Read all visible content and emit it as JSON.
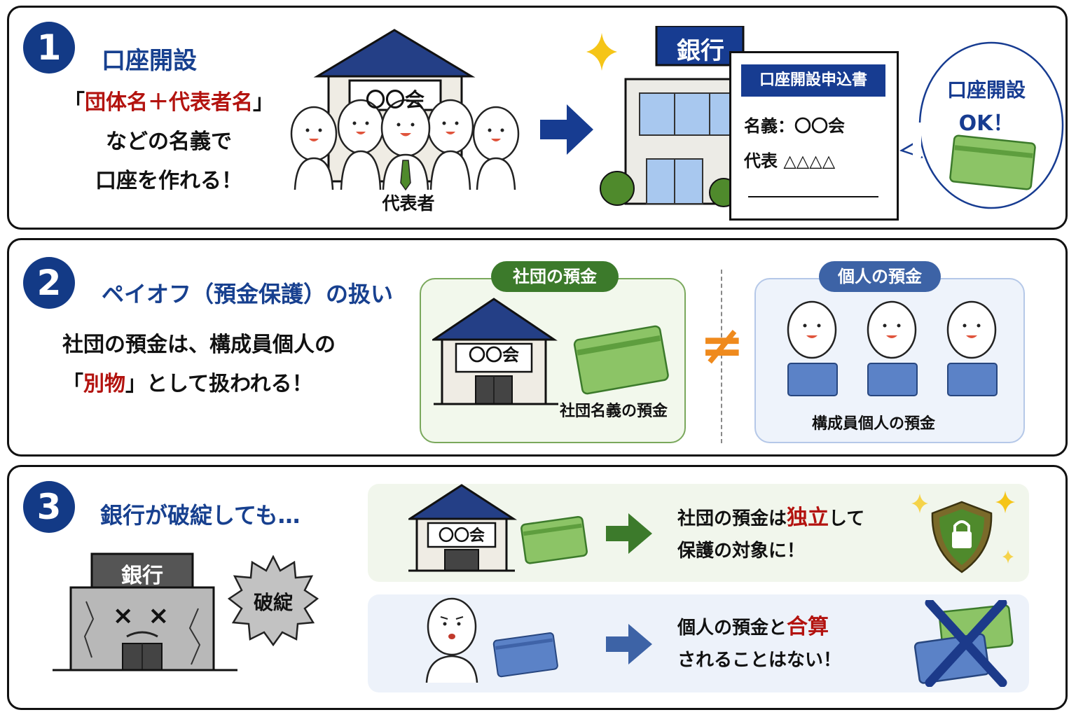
{
  "section1": {
    "number": "1",
    "title": "口座開設",
    "text_open": "「",
    "text_red": "団体名＋代表者名",
    "text_close": "」",
    "text_line2": "などの名義で",
    "text_line3": "口座を作れる！",
    "building_sign": "〇〇会",
    "representative_label": "代表者",
    "bank_sign": "銀行",
    "form": {
      "header": "口座開設申込書",
      "name_line": "名義：〇〇会",
      "rep_line": "代表 △△△△"
    },
    "bubble_line1": "口座開設",
    "bubble_line2": "OK！"
  },
  "section2": {
    "number": "2",
    "title": "ペイオフ（預金保護）の扱い",
    "text_line1": "社団の預金は、構成員個人の",
    "text_open": "「",
    "text_red": "別物",
    "text_close": "」として扱われる！",
    "left_box": {
      "header": "社団の預金",
      "building_sign": "〇〇会",
      "caption": "社団名義の預金"
    },
    "not_equal": "≠",
    "right_box": {
      "header": "個人の預金",
      "caption": "構成員個人の預金"
    }
  },
  "section3": {
    "number": "3",
    "title": "銀行が破綻しても…",
    "bank_sign": "銀行",
    "broken_face": "× ×",
    "burst_label": "破綻",
    "row1": {
      "building_sign": "〇〇会",
      "text_a": "社団の預金は",
      "text_red": "独立",
      "text_b": "して",
      "text_line2": "保護の対象に！"
    },
    "row2": {
      "text_a": "個人の預金と",
      "text_red": "合算",
      "text_line2": "されることはない！"
    }
  },
  "colors": {
    "navy": "#133a86",
    "red": "#b3130f",
    "green": "#3c7a2b",
    "blue": "#3d63a6",
    "orange": "#ef8a1d"
  }
}
